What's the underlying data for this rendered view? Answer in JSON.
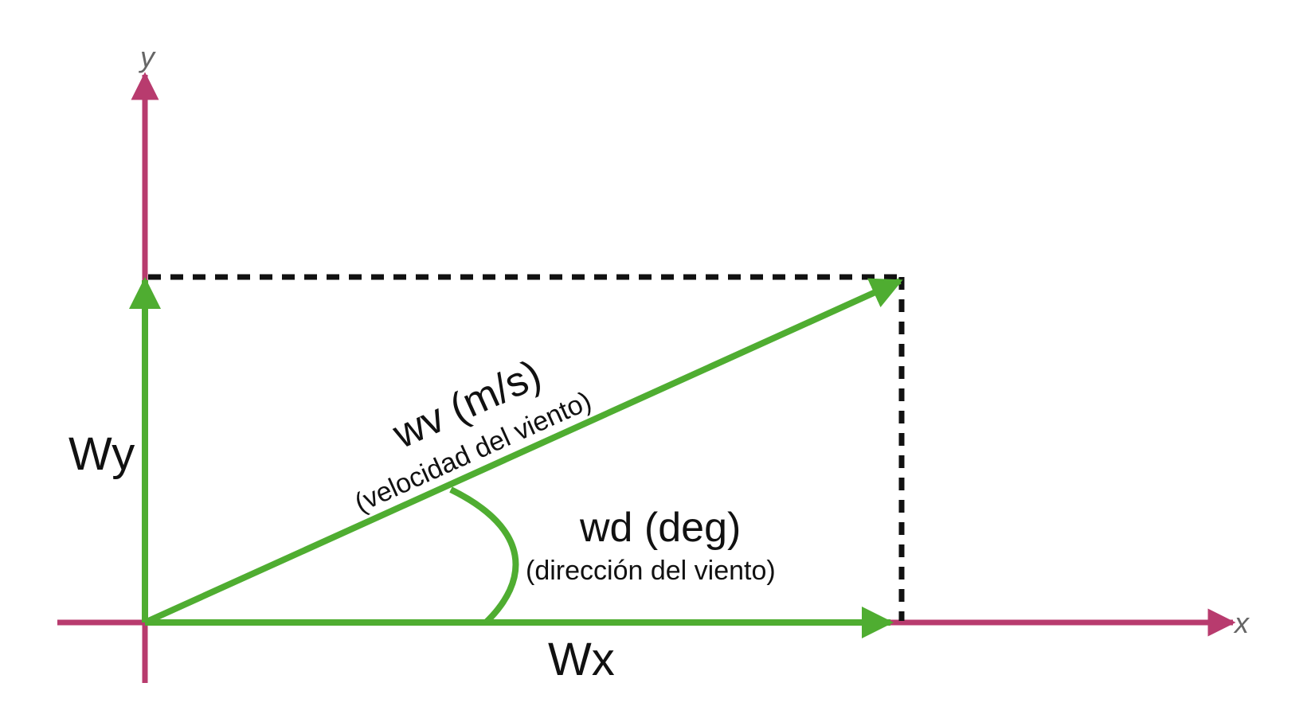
{
  "colors": {
    "axis": "#b83b6e",
    "vector": "#4fad31",
    "dashed": "#111111",
    "text": "#111111",
    "axis_text": "#666666"
  },
  "labels": {
    "axis_x": "x",
    "axis_y": "y",
    "wy": "Wy",
    "wx": "Wx",
    "wv_main": "wv (m/s)",
    "wv_sub": "(velocidad del viento)",
    "wd_main": "wd (deg)",
    "wd_sub": "(dirección del viento)"
  }
}
